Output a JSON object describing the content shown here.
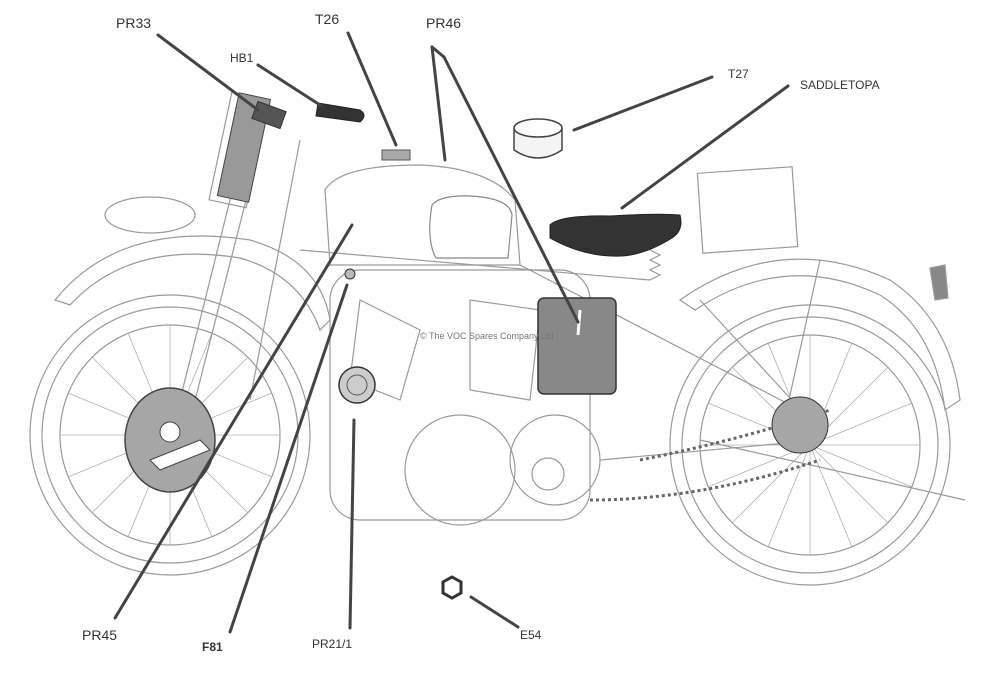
{
  "diagram": {
    "copyright": "© The VOC Spares Company Ltd",
    "labels": {
      "pr33": "PR33",
      "hb1": "HB1",
      "t26": "T26",
      "pr46": "PR46",
      "t27": "T27",
      "saddletopa": "SADDLETOPA",
      "pr45": "PR45",
      "f81": "F81",
      "pr21_1": "PR21/1",
      "e54": "E54"
    }
  }
}
